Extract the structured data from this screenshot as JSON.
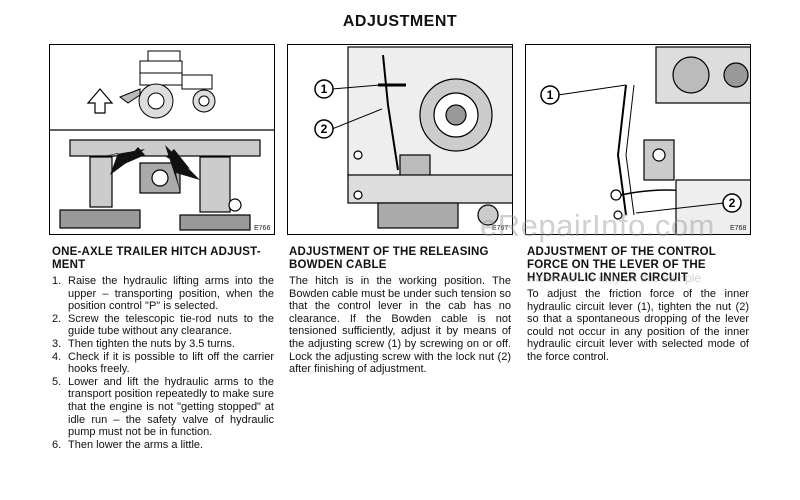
{
  "page": {
    "title": "ADJUSTMENT"
  },
  "columns": [
    {
      "figure_code": "E766",
      "heading": "ONE-AXLE TRAILER HITCH ADJUST-MENT",
      "steps": [
        {
          "num": "1.",
          "text": "Raise the hydraulic lifting arms into the upper – transporting position, when the position control \"P\" is selected."
        },
        {
          "num": "2.",
          "text": "Screw the telescopic tie-rod nuts to the guide tube without any clearance."
        },
        {
          "num": "3.",
          "text": "Then tighten the nuts by 3.5 turns."
        },
        {
          "num": "4.",
          "text": "Check if it is possible to lift off the carrier hooks freely."
        },
        {
          "num": "5.",
          "text": "Lower and lift the hydraulic arms to the transport position repeatedly to make sure that the engine is not \"getting stopped\" at idle run – the safety valve of hydraulic pump must not be in function."
        },
        {
          "num": "6.",
          "text": "Then lower the arms a little."
        }
      ]
    },
    {
      "figure_code": "E767",
      "callouts": [
        "1",
        "2"
      ],
      "heading": "ADJUSTMENT OF THE RELEASING BOWDEN CABLE",
      "body": "The hitch is in the working position. The Bowden cable must be under such tension so that the control lever in the cab has no clearance. If the Bowden cable is not tensioned sufficiently, adjust it by means of the adjusting screw (1) by screwing on or off. Lock the adjusting screw with the lock nut (2) after finishing of adjustment."
    },
    {
      "figure_code": "E768",
      "callouts": [
        "1",
        "2"
      ],
      "heading": "ADJUSTMENT OF THE CONTROL FORCE ON THE LEVER OF THE HYDRAULIC INNER CIRCUIT",
      "body": "To adjust the friction force of the inner hydraulic circuit lever (1), tighten the nut (2) so that a spontaneous dropping of the lever could not occur in any position of the inner hydraulic circuit lever with selected mode of the force control."
    }
  ],
  "watermark": {
    "site": "eRepairInfo.com",
    "note": "watermark is only on this sample"
  }
}
